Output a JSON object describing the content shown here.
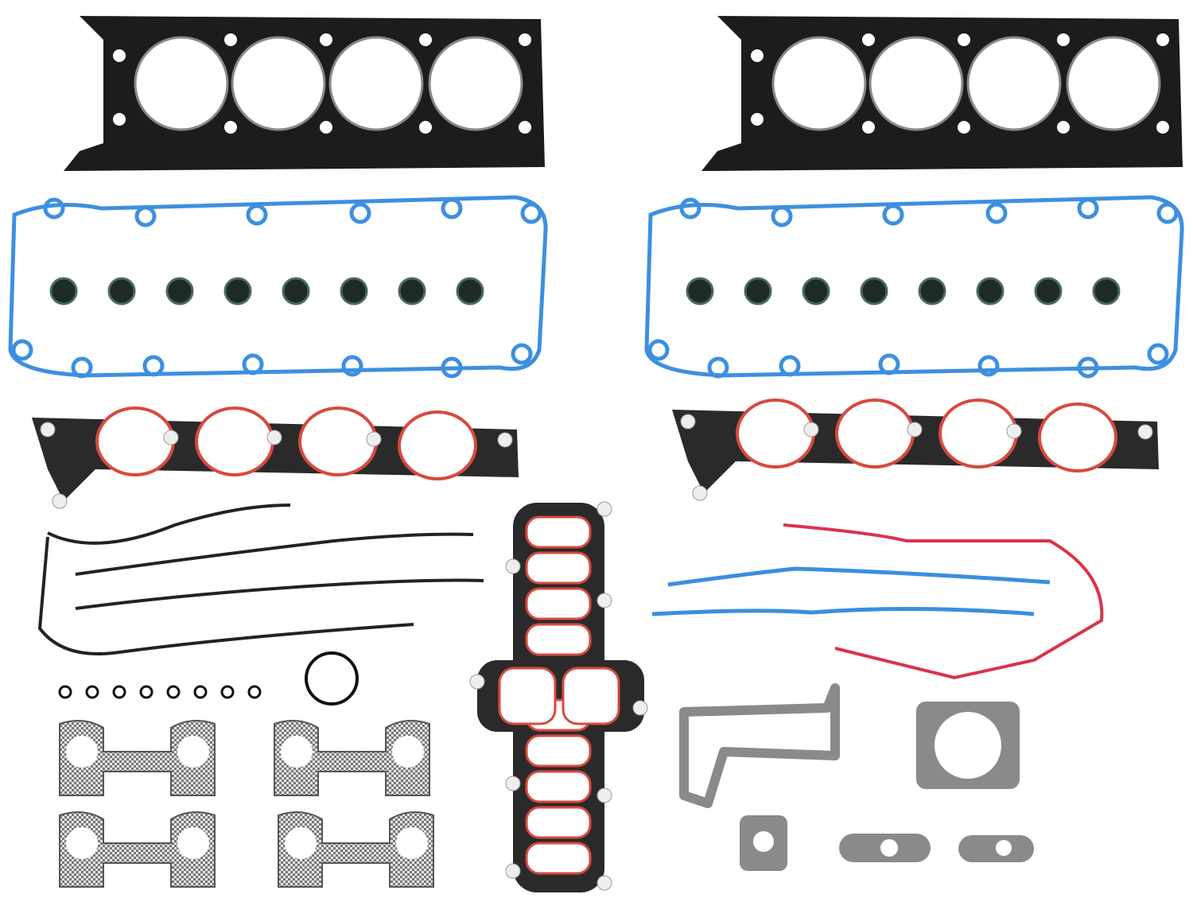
{
  "colors": {
    "background": "#ffffff",
    "head_gasket": "#1c1c1e",
    "valve_cover": "#3d8fe0",
    "valve_seal": "#1e2a26",
    "intake_body": "#2a2a2a",
    "intake_bead": "#d8493f",
    "timing_black": "#222222",
    "timing_blue": "#3a8ee0",
    "timing_red": "#d9344a",
    "exhaust": "#9a9a9a",
    "fiber": "#8a8a8a"
  },
  "counts": {
    "head_gaskets": 2,
    "valve_cover_gaskets": 2,
    "valve_seals_per_set": 8,
    "intake_gaskets": 2,
    "small_o_rings": 8,
    "exhaust_gaskets": 4
  }
}
